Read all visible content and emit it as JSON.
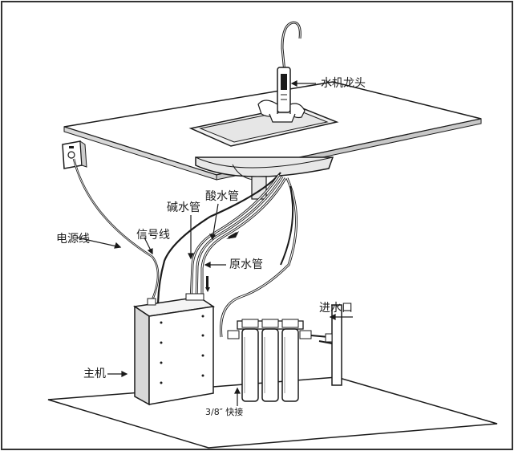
{
  "labels": {
    "faucet": "水机龙头",
    "alkaline_pipe": "碱水管",
    "acid_pipe": "酸水管",
    "power_cord": "电源线",
    "signal_wire": "信号线",
    "raw_water_pipe": "原水管",
    "inlet": "进水口",
    "main_unit": "主机",
    "quick_connect": "3/8″ 快接"
  },
  "colors": {
    "line": "#1a1a1a",
    "frame": "#333333",
    "shade": "#e8e8e8",
    "dark_shade": "#bdbdbd",
    "background": "#ffffff"
  }
}
